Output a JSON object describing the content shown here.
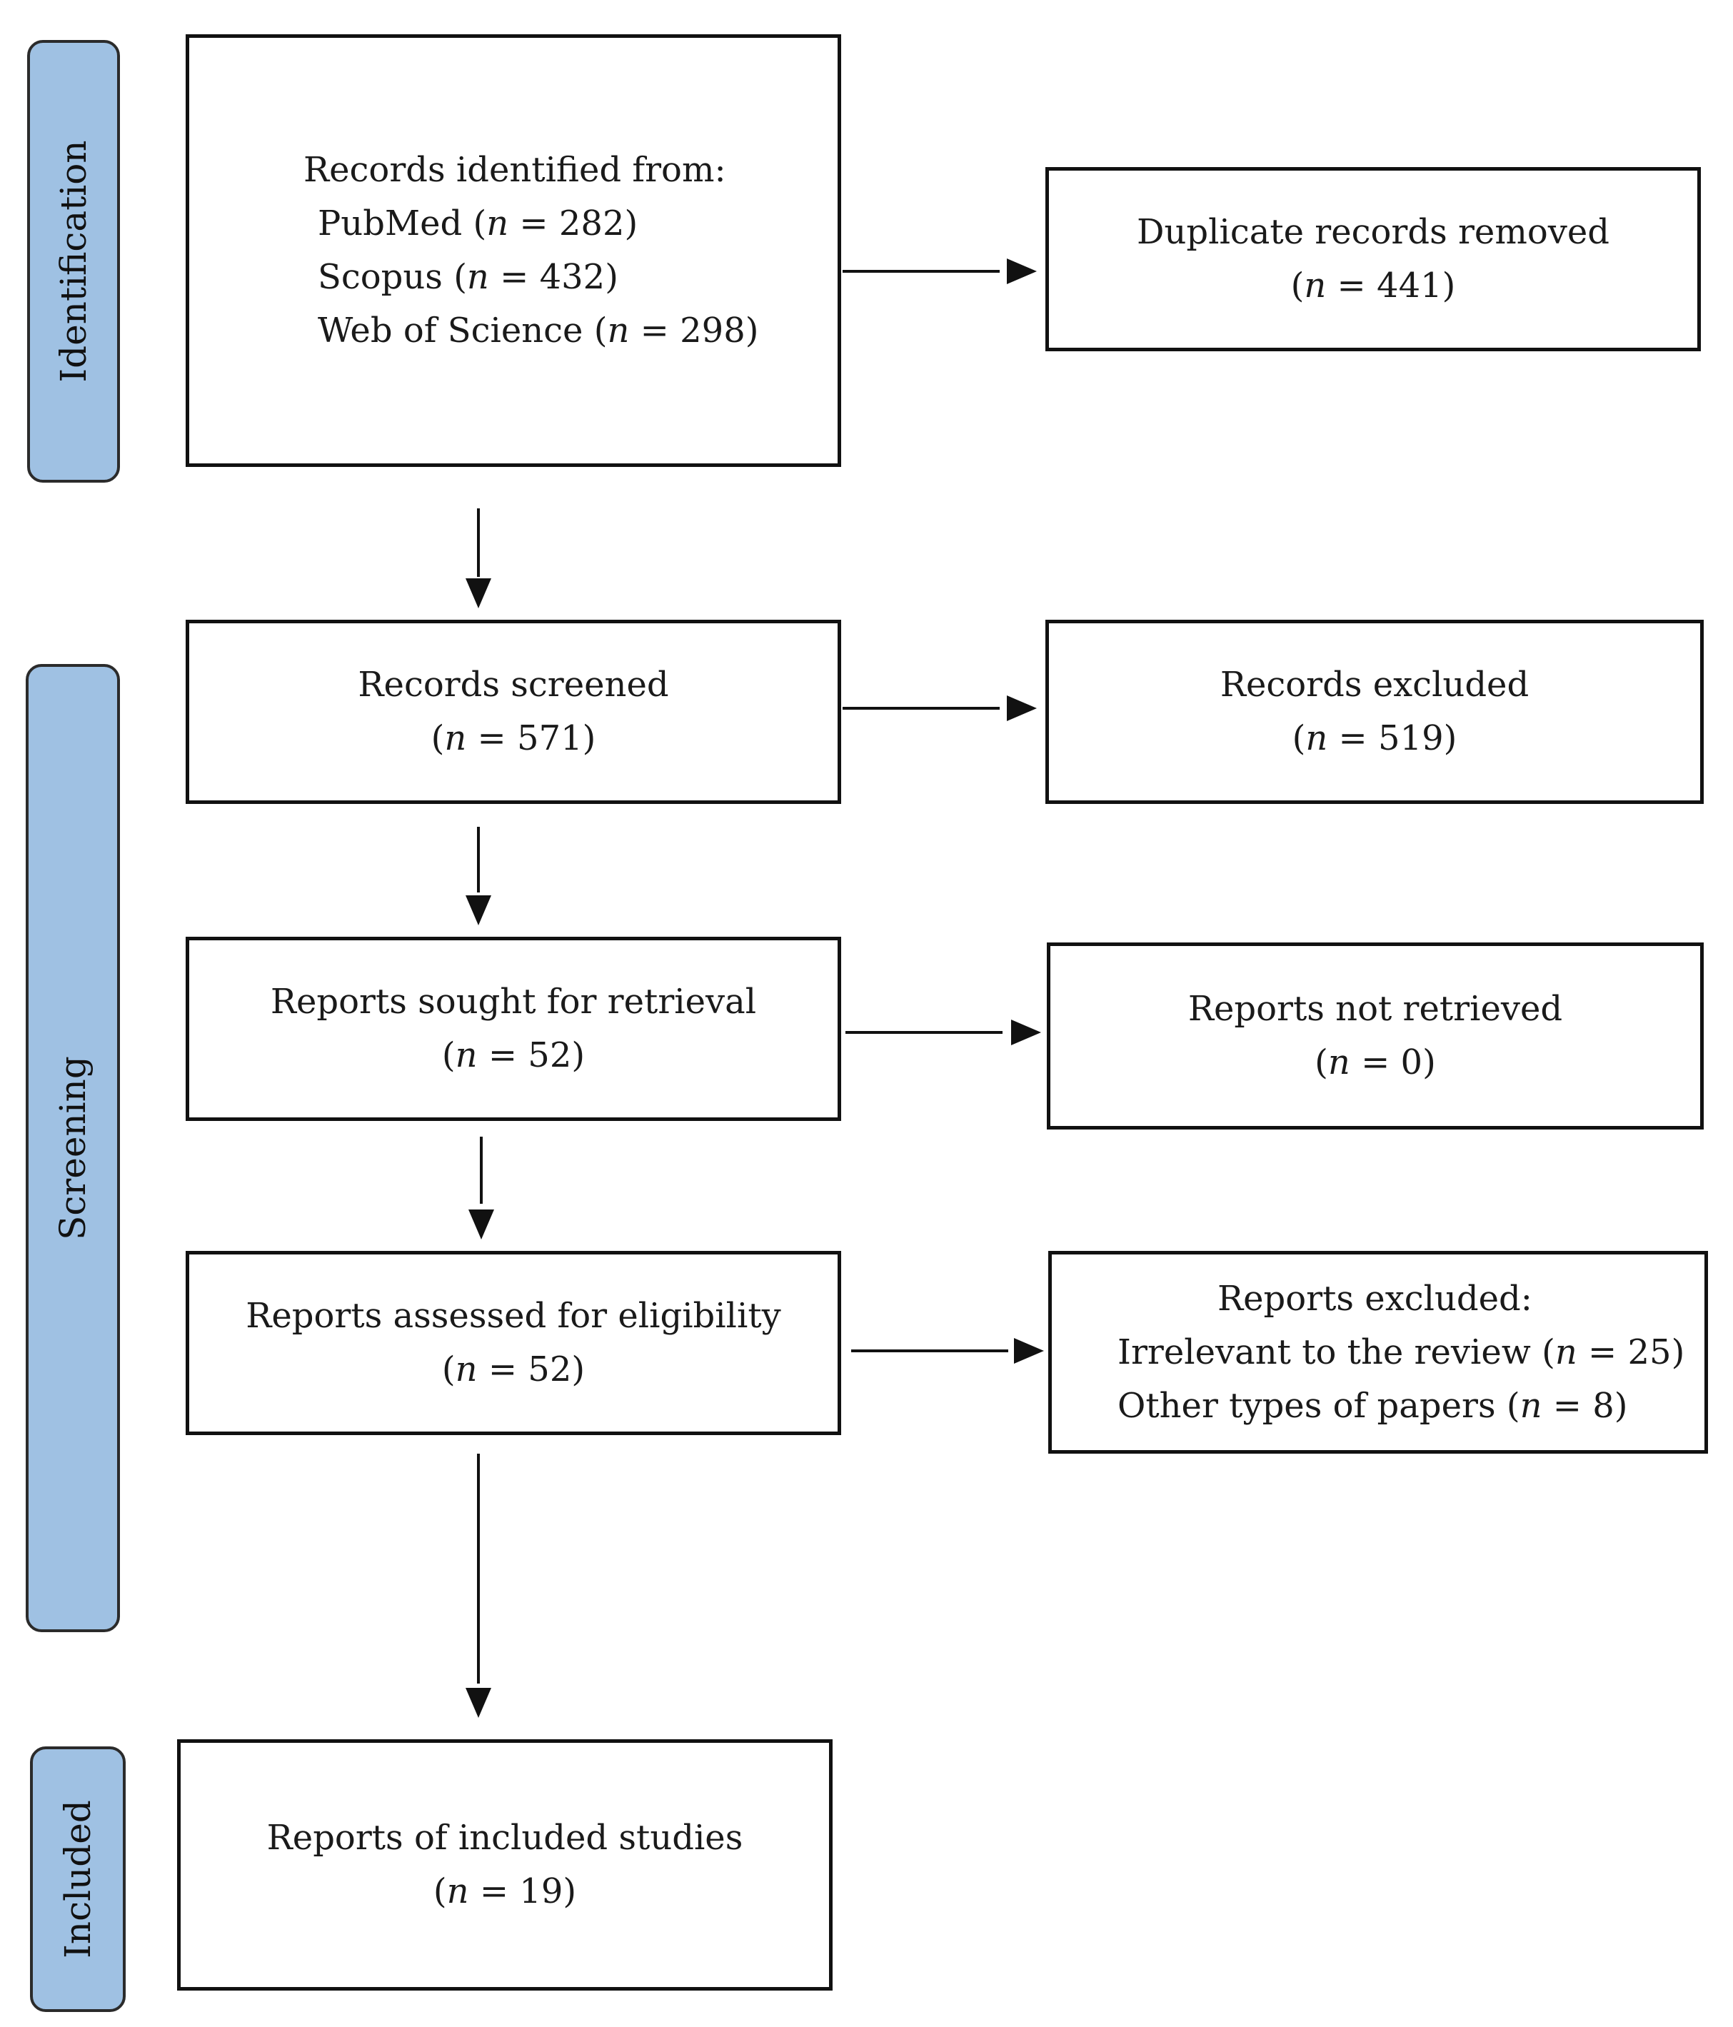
{
  "phases": {
    "identification": "Identification",
    "screening": "Screening",
    "included": "Included"
  },
  "identification_box": {
    "heading": "Records identified from:",
    "sources": [
      {
        "name": "PubMed",
        "var": "n",
        "value": "= 282"
      },
      {
        "name": "Scopus",
        "var": "n",
        "value": "= 432"
      },
      {
        "name": "Web of Science",
        "var": "n",
        "value": "= 298"
      }
    ]
  },
  "duplicates_box": {
    "title": "Duplicate records removed",
    "var": "n",
    "value": "= 441"
  },
  "screened_box": {
    "title": "Records screened",
    "var": "n",
    "value": "= 571"
  },
  "excluded_box": {
    "title": "Records excluded",
    "var": "n",
    "value": "= 519"
  },
  "sought_box": {
    "title": "Reports sought for retrieval",
    "var": "n",
    "value": "= 52"
  },
  "not_retrieved_box": {
    "title": "Reports not retrieved",
    "var": "n",
    "value": "= 0"
  },
  "assessed_box": {
    "title": "Reports assessed for eligibility",
    "var": "n",
    "value": "= 52"
  },
  "reports_excluded_box": {
    "heading": "Reports excluded:",
    "reasons": [
      {
        "name": "Irrelevant to the review",
        "var": "n",
        "value": "= 25"
      },
      {
        "name": "Other types of papers",
        "var": "n",
        "value": "= 8"
      }
    ]
  },
  "included_box": {
    "title": "Reports of included studies",
    "var": "n",
    "value": "= 19"
  }
}
